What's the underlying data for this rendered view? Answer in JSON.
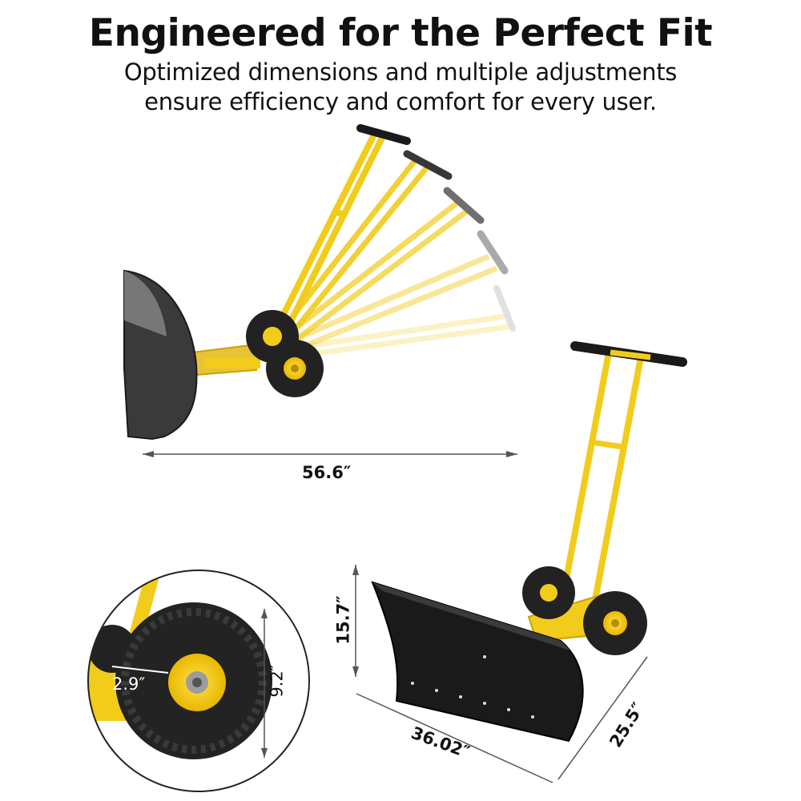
{
  "header": {
    "title": "Engineered for the Perfect Fit",
    "subtitle_line1": "Optimized dimensions and multiple adjustments",
    "subtitle_line2": "ensure efficiency and comfort for every user."
  },
  "dimensions": {
    "length": "56.6″",
    "blade_height": "15.7″",
    "blade_width": "36.02″",
    "blade_depth": "25.5″",
    "wheel_diameter": "9.2″",
    "wheel_width": "2.9″"
  },
  "colors": {
    "frame_yellow": "#f2cc1b",
    "blade_black": "#1a1a1a",
    "tire_black": "#222222"
  }
}
